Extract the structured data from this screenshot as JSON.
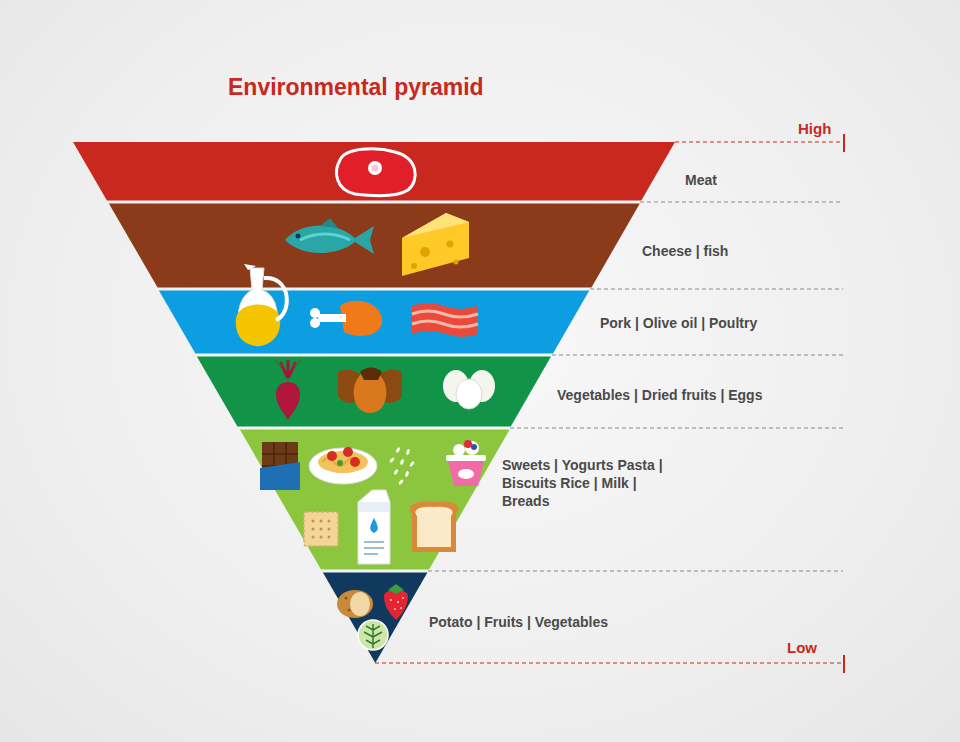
{
  "diagram": {
    "title": "Environmental pyramid",
    "nodes": [
      {
        "text": [
          "Meat"
        ]
      },
      {
        "text": [
          "Cheese | fish"
        ]
      },
      {
        "text": [
          "Pork | Olive oil | Poultry"
        ]
      },
      {
        "text": [
          "Vegetables | Dried fruits | Eggs"
        ]
      },
      {
        "text": [
          "Sweets | Yogurts Pasta | Biscuits Rice | Milk | Breads"
        ]
      },
      {
        "text": [
          "Potato | Fruits | Vegetables"
        ]
      }
    ],
    "labels": [
      "High",
      "Low"
    ]
  }
}
